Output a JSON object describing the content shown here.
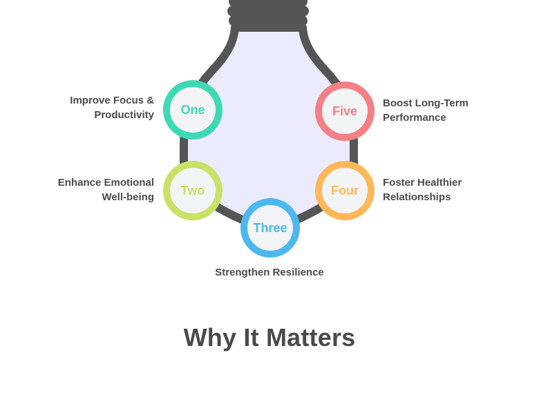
{
  "title": "Why It Matters",
  "colors": {
    "bulb_outline": "#555555",
    "bulb_fill": "#ecebfd",
    "circle_fill": "#f3f4f6",
    "one": "#3dd9b5",
    "two": "#c9e265",
    "three": "#4db8ee",
    "four": "#fdb85a",
    "five": "#f47f84"
  },
  "items": {
    "one": {
      "number": "One",
      "label_line1": "Improve Focus &",
      "label_line2": "Productivity"
    },
    "two": {
      "number": "Two",
      "label_line1": "Enhance Emotional",
      "label_line2": "Well-being"
    },
    "three": {
      "number": "Three",
      "label_line1": "Strengthen Resilience"
    },
    "four": {
      "number": "Four",
      "label_line1": "Foster Healthier",
      "label_line2": "Relationships"
    },
    "five": {
      "number": "Five",
      "label_line1": "Boost Long-Term",
      "label_line2": "Performance"
    }
  }
}
